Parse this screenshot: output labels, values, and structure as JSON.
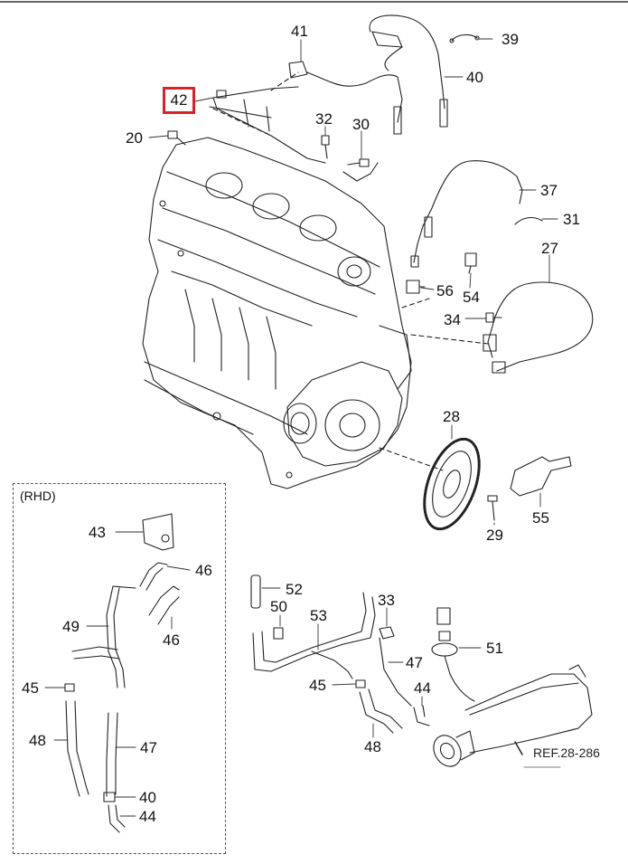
{
  "diagram": {
    "highlight_part": "42",
    "box_label": "(RHD)",
    "ref_text": "REF.28-286",
    "accent_color": "#d8232a",
    "callouts": {
      "c41": "41",
      "c39": "39",
      "c40a": "40",
      "c42": "42",
      "c32": "32",
      "c30": "30",
      "c20": "20",
      "c37": "37",
      "c31": "31",
      "c27": "27",
      "c56": "56",
      "c54": "54",
      "c34": "34",
      "c28": "28",
      "c55": "55",
      "c29": "29",
      "c52": "52",
      "c50": "50",
      "c53": "53",
      "c33": "33",
      "c51": "51",
      "c47a": "47",
      "c45a": "45",
      "c44a": "44",
      "c48a": "48",
      "c43": "43",
      "c46a": "46",
      "c46b": "46",
      "c49": "49",
      "c45b": "45",
      "c48b": "48",
      "c47b": "47",
      "c40b": "40",
      "c44b": "44"
    }
  }
}
